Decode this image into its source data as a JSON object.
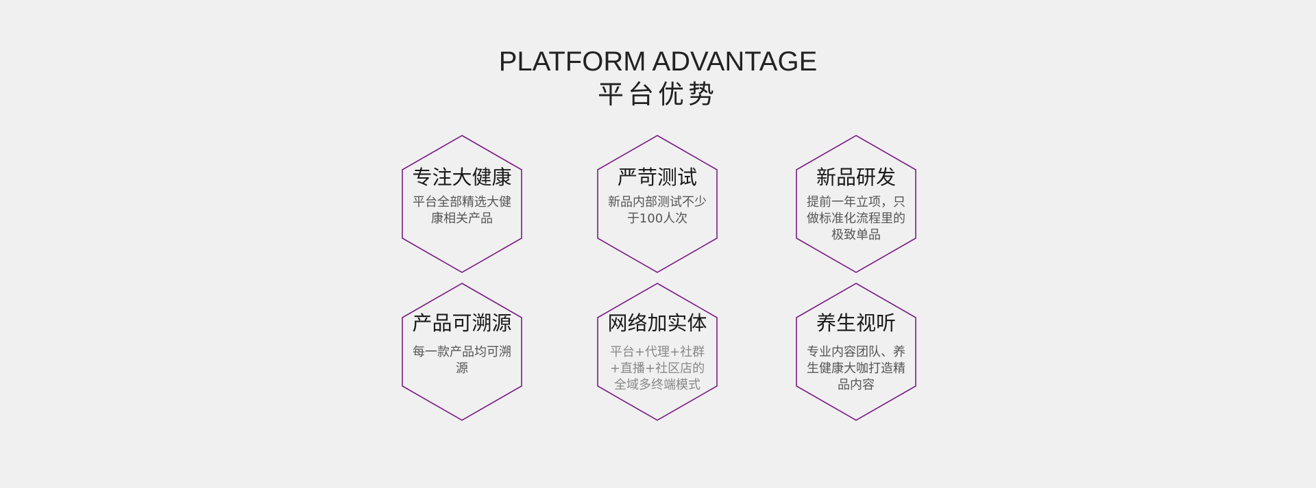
{
  "header": {
    "title_en": "PLATFORM ADVANTAGE",
    "title_cn": "平台优势"
  },
  "colors": {
    "background": "#f0f0f0",
    "hex_border": "#7b1a86"
  },
  "advantages": [
    {
      "title": "专注大健康",
      "desc": "平台全部精选大健康相关产品"
    },
    {
      "title": "严苛测试",
      "desc": "新品内部测试不少于100人次"
    },
    {
      "title": "新品研发",
      "desc": "提前一年立项，只做标准化流程里的极致单品"
    },
    {
      "title": "产品可溯源",
      "desc": "每一款产品均可溯源"
    },
    {
      "title": "网络加实体",
      "desc": "平台+代理+社群+直播+社区店的全域多终端模式"
    },
    {
      "title": "养生视听",
      "desc": "专业内容团队、养生健康大咖打造精品内容"
    }
  ]
}
